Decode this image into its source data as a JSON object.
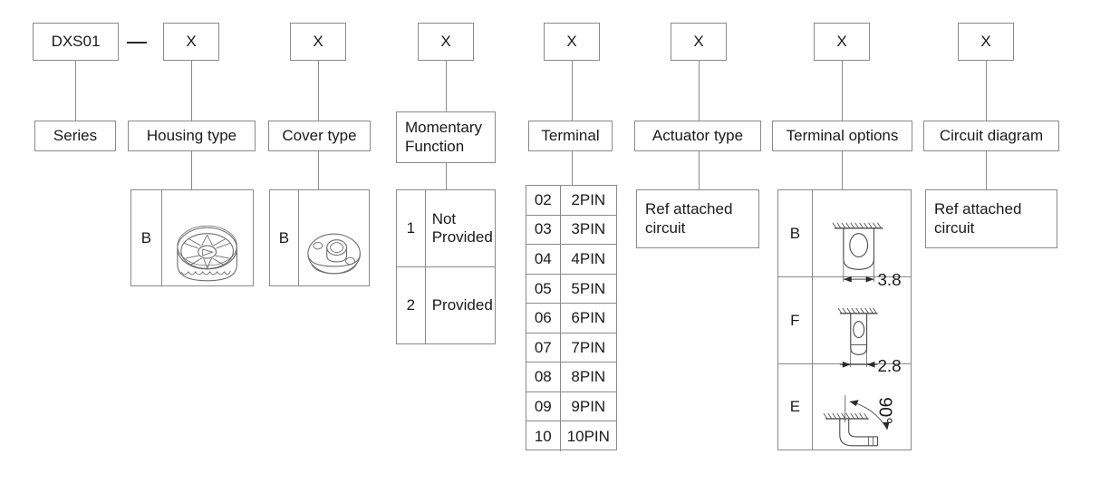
{
  "diagram": {
    "title": "DXS01 part number configurator",
    "line_color": "#8a8a8a",
    "text_color": "#1a1a1a",
    "background": "#ffffff"
  },
  "code_row": {
    "separator": "—",
    "fields": [
      {
        "id": "series",
        "code": "DXS01"
      },
      {
        "id": "housing",
        "code": "X"
      },
      {
        "id": "cover",
        "code": "X"
      },
      {
        "id": "momentary",
        "code": "X"
      },
      {
        "id": "terminal",
        "code": "X"
      },
      {
        "id": "actuator",
        "code": "X"
      },
      {
        "id": "terminal_options",
        "code": "X"
      },
      {
        "id": "circuit",
        "code": "X"
      }
    ]
  },
  "labels": {
    "series": "Series",
    "housing": "Housing type",
    "cover": "Cover type",
    "momentary": "Momentary\nFunction",
    "terminal": "Terminal",
    "actuator": "Actuator type",
    "terminal_options": "Terminal options",
    "circuit": "Circuit diagram"
  },
  "housing_type": {
    "rows": [
      {
        "code": "B",
        "image": "housing-knob-illustration"
      }
    ]
  },
  "cover_type": {
    "rows": [
      {
        "code": "B",
        "image": "cover-cap-illustration"
      }
    ]
  },
  "momentary_function": {
    "rows": [
      {
        "code": "1",
        "label": "Not\nProvided"
      },
      {
        "code": "2",
        "label": "Provided"
      }
    ]
  },
  "terminal": {
    "rows": [
      {
        "code": "02",
        "label": "2PIN"
      },
      {
        "code": "03",
        "label": "3PIN"
      },
      {
        "code": "04",
        "label": "4PIN"
      },
      {
        "code": "05",
        "label": "5PIN"
      },
      {
        "code": "06",
        "label": "6PIN"
      },
      {
        "code": "07",
        "label": "7PIN"
      },
      {
        "code": "08",
        "label": "8PIN"
      },
      {
        "code": "09",
        "label": "9PIN"
      },
      {
        "code": "10",
        "label": "10PIN"
      }
    ]
  },
  "actuator_type": {
    "note": "Ref attached\ncircuit"
  },
  "terminal_options": {
    "rows": [
      {
        "code": "B",
        "dimension": "3.8",
        "image": "straight-wide-terminal-illustration"
      },
      {
        "code": "F",
        "dimension": "2.8",
        "image": "straight-narrow-terminal-illustration"
      },
      {
        "code": "E",
        "dimension": "90°",
        "image": "right-angle-terminal-illustration"
      }
    ]
  },
  "circuit_diagram": {
    "note": "Ref attached\ncircuit"
  }
}
